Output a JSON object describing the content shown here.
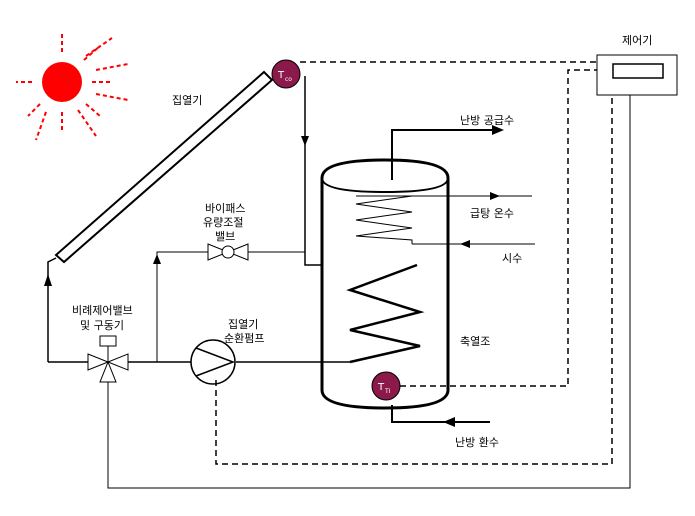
{
  "labels": {
    "collector": "집열기",
    "controller": "제어기",
    "heating_supply": "난방 공급수",
    "hot_water": "급탕 온수",
    "cold_water": "시수",
    "storage_tank": "축열조",
    "heating_return": "난방 환수",
    "bypass_line1": "바이패스",
    "bypass_line2": "유량조절",
    "bypass_line3": "밸브",
    "prop_valve_line1": "비례제어밸브",
    "prop_valve_line2": "및 구동기",
    "pump_line1": "집열기",
    "pump_line2": "순환펌프"
  },
  "sensors": {
    "collector_sensor": {
      "main": "T",
      "sub": "co"
    },
    "tank_sensor": {
      "main": "T",
      "sub": "TI"
    }
  },
  "colors": {
    "sun": "#ff0000",
    "sensor_fill": "#8b1a4a",
    "line": "#000000"
  }
}
